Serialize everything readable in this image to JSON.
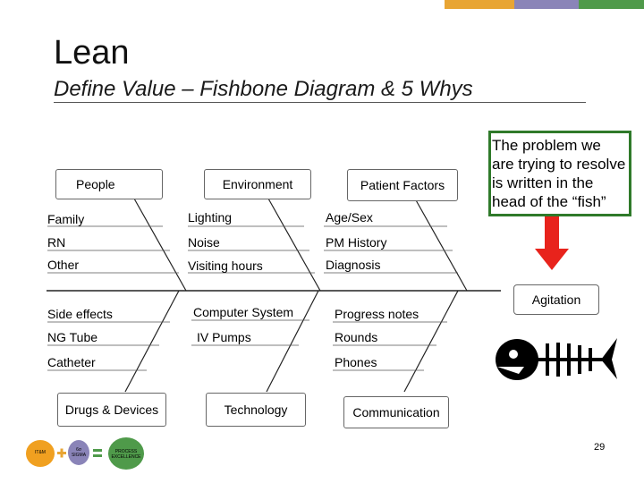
{
  "colors": {
    "bar_orange": "#e8a534",
    "bar_purple": "#8a84b8",
    "bar_green": "#4f9a4a",
    "callout_border": "#2f7a2a",
    "arrow_red": "#e8231c"
  },
  "slide": {
    "title": "Lean",
    "subtitle": "Define Value – Fishbone Diagram & 5 Whys",
    "page_number": "29"
  },
  "callout": {
    "text": "The problem we are trying to resolve is written in the head of the “fish”"
  },
  "effect": {
    "label": "Agitation"
  },
  "categories": {
    "people": "People",
    "environment": "Environment",
    "patient_factors": "Patient Factors",
    "drugs_devices": "Drugs & Devices",
    "technology": "Technology",
    "communication": "Communication"
  },
  "causes": {
    "people": [
      "Family",
      "RN",
      "Other"
    ],
    "environment": [
      "Lighting",
      "Noise",
      "Visiting hours"
    ],
    "patient_factors": [
      "Age/Sex",
      "PM History",
      "Diagnosis"
    ],
    "drugs_devices": [
      "Side effects",
      "NG Tube",
      "Catheter"
    ],
    "technology": [
      "Computer System",
      "IV Pumps"
    ],
    "communication": [
      "Progress notes",
      "Rounds",
      "Phones"
    ]
  },
  "icons": {
    "fish": "fish-skeleton-icon",
    "arrow": "arrow-down-icon"
  },
  "footer_logo": {
    "left": "IT&M",
    "middle": "6σ SIGMA",
    "right": "PROCESS EXCELLENCE"
  }
}
